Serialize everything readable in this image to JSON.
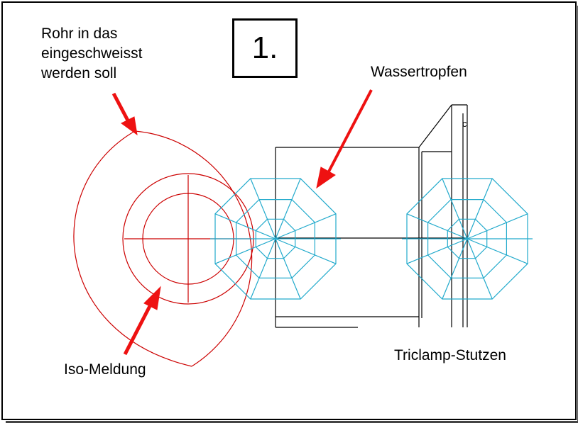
{
  "step_label": "1.",
  "labels": {
    "pipe_lines": [
      "Rohr in das",
      "eingeschweisst",
      "werden soll"
    ],
    "water_drops": "Wassertropfen",
    "iso_report": "Iso-Meldung",
    "triclamp": "Triclamp-Stutzen",
    "small_mark": "c"
  },
  "colors": {
    "pipe": "#cc0000",
    "droplet": "#22aacc",
    "arrow": "#ee1111",
    "drawing": "#000000"
  }
}
